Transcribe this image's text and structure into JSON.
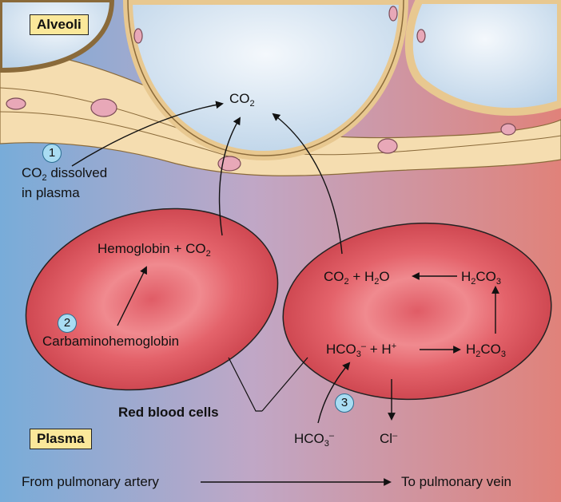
{
  "labels": {
    "alveoli": "Alveoli",
    "plasma": "Plasma",
    "co2_top": "CO",
    "co2_top_sub": "2",
    "step1_num": "1",
    "step1_line1_a": "CO",
    "step1_line1_sub": "2",
    "step1_line1_b": " dissolved",
    "step1_line2": "in plasma",
    "step2_num": "2",
    "hb_a": "Hemoglobin + CO",
    "hb_sub": "2",
    "carbamino": "Carbaminohemoglobin",
    "step3_num": "3",
    "co2h2o_a": "CO",
    "co2h2o_sub1": "2",
    "co2h2o_b": " + H",
    "co2h2o_sub2": "2",
    "co2h2o_c": "O",
    "h2co3_top_a": "H",
    "h2co3_top_sub1": "2",
    "h2co3_top_b": "CO",
    "h2co3_top_sub2": "3",
    "hco3h_a": "HCO",
    "hco3h_sub": "3",
    "hco3h_sup": "–",
    "hco3h_b": " + H",
    "hco3h_sup2": "+",
    "h2co3_bot_a": "H",
    "h2co3_bot_sub1": "2",
    "h2co3_bot_b": "CO",
    "h2co3_bot_sub2": "3",
    "red_blood_cells": "Red blood cells",
    "hco3_in_a": "HCO",
    "hco3_in_sub": "3",
    "hco3_in_sup": "–",
    "cl_a": "Cl",
    "cl_sup": "–",
    "from_artery": "From pulmonary artery",
    "to_vein": "To pulmonary vein"
  },
  "colors": {
    "plasma_left": "#78acd9",
    "plasma_right": "#e0827a",
    "alveolus_fill": "#dbe9f5",
    "tissue": "#f5ddb0",
    "rbc": "#d94d55",
    "label_box": "#fbe89a",
    "step_circle": "#a9dcf2"
  }
}
